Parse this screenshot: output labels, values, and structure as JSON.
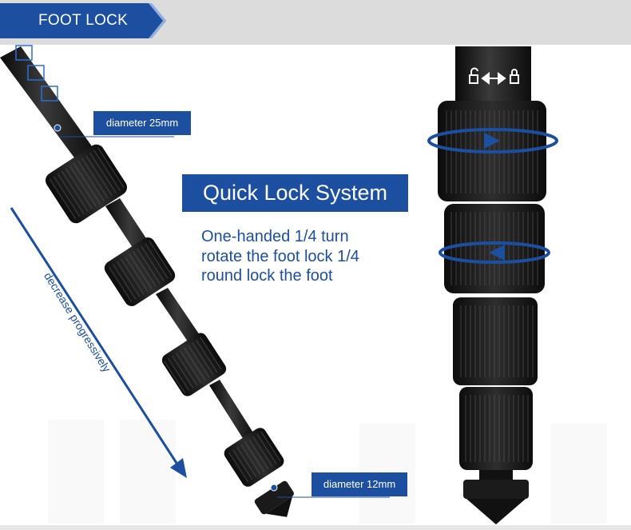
{
  "header": {
    "title": "FOOT LOCK"
  },
  "callout": {
    "title": "Quick Lock System",
    "lines": [
      "One-handed 1/4 turn",
      "rotate the foot lock 1/4",
      "round lock the foot"
    ]
  },
  "labels": {
    "diameter_top": "diameter 25mm",
    "diameter_bottom": "diameter 12mm",
    "decrease": "decrease progressively"
  },
  "colors": {
    "accent": "#1d4fa0",
    "band": "#dcdcdc"
  },
  "icons": [
    "unlock-icon",
    "double-arrow-icon",
    "lock-icon"
  ]
}
